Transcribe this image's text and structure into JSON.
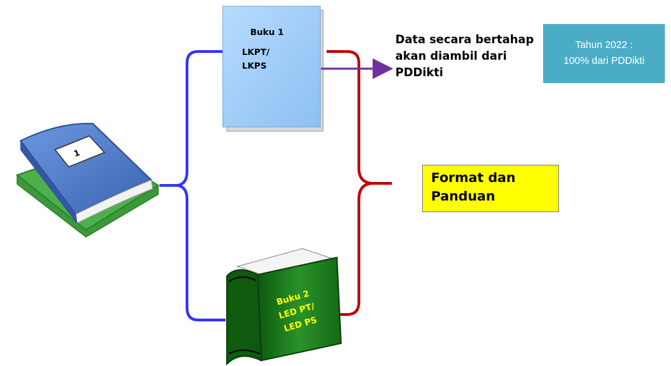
{
  "book_stack": {
    "label": "1"
  },
  "buku1": {
    "title": "Buku 1",
    "line1": "LKPT/",
    "line2": "LKPS"
  },
  "buku2": {
    "line1": "Buku 2",
    "line2": "LED PT/",
    "line3": "LED PS"
  },
  "pddikti_note": {
    "line1": "Data secara bertahap",
    "line2": "akan diambil dari",
    "line3": "PDDikti"
  },
  "tahun_box": {
    "line1": "Tahun 2022 :",
    "line2": "100% dari PDDikti"
  },
  "format_box": {
    "line1": "Format dan",
    "line2": "Panduan"
  },
  "colors": {
    "blue_brace": "#3333ff",
    "red_brace": "#c00000",
    "arrow": "#7030a0",
    "buku1_fill": "#9dc9f5",
    "buku2_green": "#1e7b1e",
    "buku2_text": "#ffff00",
    "stack_blue": "#4a78c8",
    "stack_green": "#4db04d",
    "tahun_bg": "#4bacc6",
    "format_bg": "#ffff00"
  }
}
